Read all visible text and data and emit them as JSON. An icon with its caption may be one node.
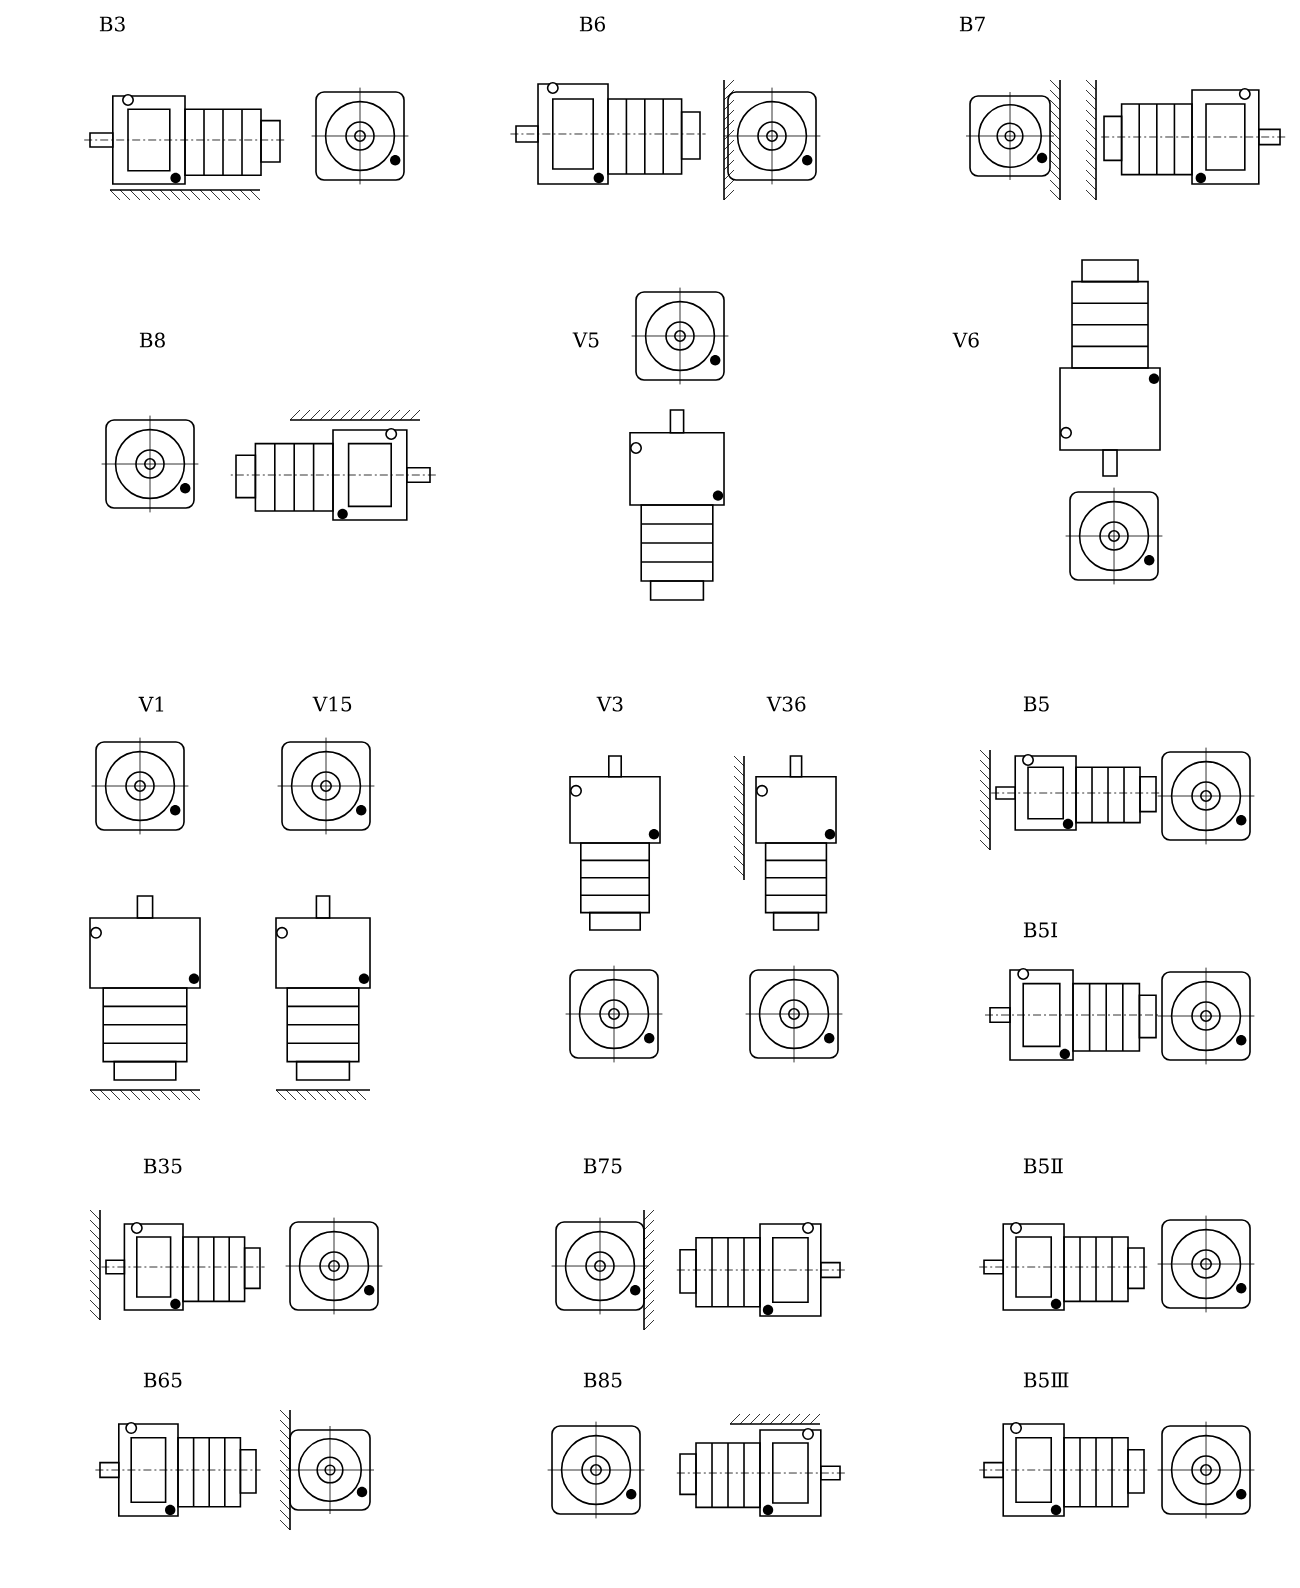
{
  "diagram": {
    "labels": [
      "B3",
      "B6",
      "B7",
      "B8",
      "V5",
      "V6",
      "V1",
      "V15",
      "V3",
      "V36",
      "B5",
      "B5Ⅰ",
      "B35",
      "B75",
      "B5Ⅱ",
      "B65",
      "B85",
      "B5Ⅲ"
    ]
  }
}
